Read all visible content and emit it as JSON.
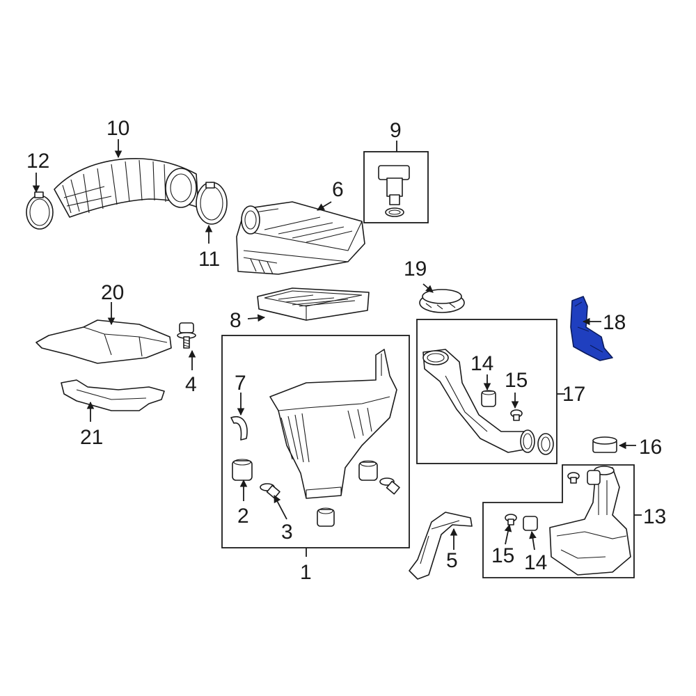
{
  "diagram": {
    "highlight_color": "#1f3fbf",
    "line_color": "#1a1a1a",
    "background": "#ffffff",
    "highlighted_part": "18",
    "callouts": {
      "c1": "1",
      "c2": "2",
      "c3": "3",
      "c4": "4",
      "c5": "5",
      "c6": "6",
      "c7": "7",
      "c8": "8",
      "c9": "9",
      "c10": "10",
      "c11": "11",
      "c12": "12",
      "c13": "13",
      "c14a": "14",
      "c14b": "14",
      "c15a": "15",
      "c15b": "15",
      "c16": "16",
      "c17": "17",
      "c18": "18",
      "c19": "19",
      "c20": "20",
      "c21": "21"
    }
  }
}
